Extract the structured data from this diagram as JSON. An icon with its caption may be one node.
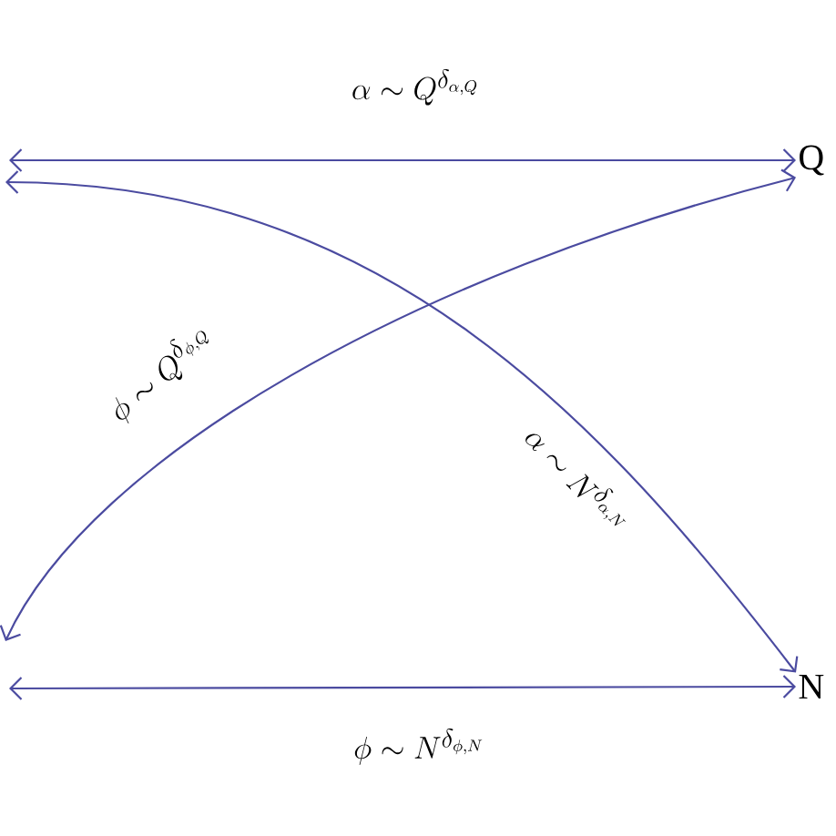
{
  "diagram": {
    "nodes": [
      {
        "text": [
          "Q"
        ]
      },
      {
        "text": [
          "N"
        ]
      }
    ],
    "edges": [
      {
        "from": null,
        "to": 0,
        "arrow": "both",
        "label": "\\alpha \\sim Q^{\\delta_{\\alpha,Q}}"
      },
      {
        "from": null,
        "to": 1,
        "arrow": "both",
        "label": "\\alpha \\sim N^{\\delta_{\\alpha,N}}"
      },
      {
        "from": null,
        "to": 0,
        "arrow": "both",
        "label": "\\phi \\sim Q^{\\delta_{\\phi,Q}}"
      },
      {
        "from": null,
        "to": 1,
        "arrow": "both",
        "label": "\\phi \\sim N^{\\delta_{\\phi,N}}"
      }
    ]
  }
}
